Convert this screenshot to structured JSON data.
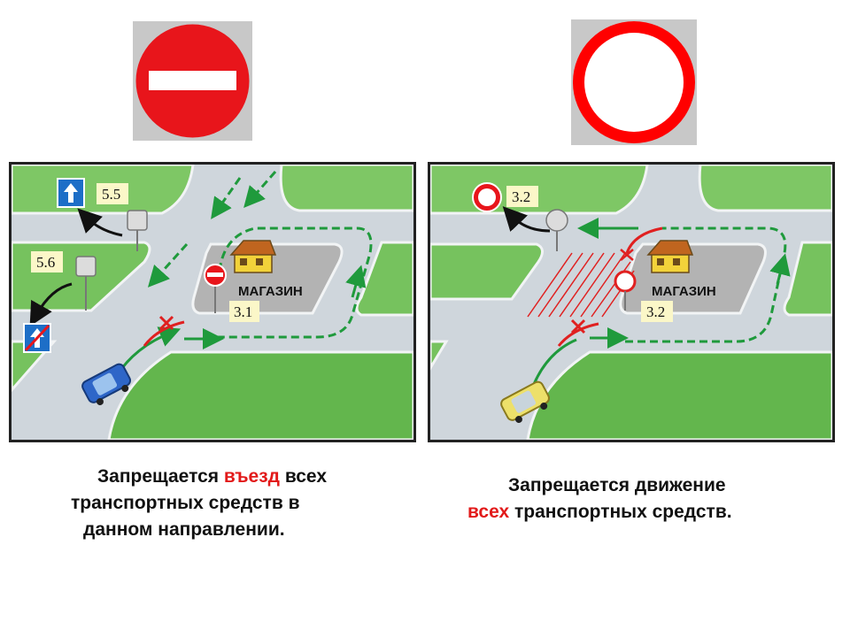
{
  "signs": {
    "no_entry": {
      "name": "no-entry",
      "bg": "#c8c8c8",
      "red": "#e8151b",
      "bar": "#ffffff"
    },
    "no_traffic": {
      "name": "no-vehicles",
      "bg": "#c8c8c8",
      "red": "#ff0000",
      "inner": "#ffffff"
    }
  },
  "left_panel": {
    "labels": {
      "sign_55": "5.5",
      "sign_56": "5.6",
      "sign_31": "3.1"
    },
    "shop": "МАГАЗИН",
    "car_color": "#2e66c8"
  },
  "right_panel": {
    "labels": {
      "sign_32_top": "3.2",
      "sign_32_shop": "3.2"
    },
    "shop": "МАГАЗИН",
    "car_color": "#ede06a"
  },
  "captions": {
    "left": {
      "line1_pre": "Запрещается ",
      "line1_hl": "въезд",
      "line1_post": " всех",
      "line2": "транспортных средств в",
      "line3": "данном направлении."
    },
    "right": {
      "line1": "Запрещается движение",
      "line2_hl": "всех",
      "line2_post": " транспортных средств."
    }
  },
  "colors": {
    "grass": "#6fbf57",
    "road": "#cfd6dc",
    "path_green": "#1f9a3c",
    "path_red": "#e02020",
    "highlight": "#e21a1a"
  }
}
